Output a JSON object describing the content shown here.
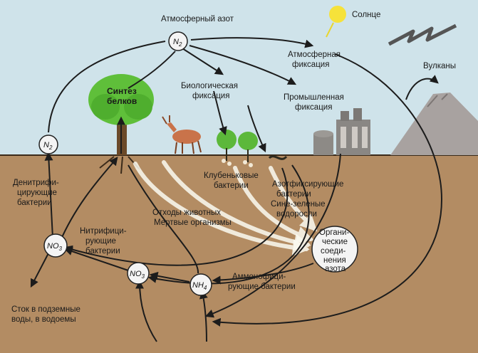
{
  "labels": {
    "atmospheric_nitrogen": "Атмосферный азот",
    "sun": "Солнце",
    "atmospheric_fixation_1": "Атмосферная",
    "atmospheric_fixation_2": "фиксация",
    "volcanoes": "Вулканы",
    "biological_fixation_1": "Биологическая",
    "biological_fixation_2": "фиксация",
    "industrial_fixation_1": "Промышленная",
    "industrial_fixation_2": "фиксация",
    "protein_synthesis_1": "Синтез",
    "protein_synthesis_2": "белков",
    "denitrifying_1": "Денитрифи-",
    "denitrifying_2": "цирующие",
    "denitrifying_3": "бактерии",
    "nodule_bacteria_1": "Клубеньковые",
    "nodule_bacteria_2": "бактерии",
    "nitrogen_fixing_1": "Азотфиксирующие",
    "nitrogen_fixing_2": "бактерии",
    "nitrogen_fixing_3": "Сине-зеленые",
    "nitrogen_fixing_4": "водоросли",
    "animal_waste_1": "Отходы животных",
    "animal_waste_2": "Мертвые организмы",
    "organic_1": "Органи-",
    "organic_2": "ческие",
    "organic_3": "соеди-",
    "organic_4": "нения",
    "organic_5": "азота",
    "nitrifying_1": "Нитрифици-",
    "nitrifying_2": "рующие",
    "nitrifying_3": "бактерии",
    "ammonifying_1": "Аммонофици-",
    "ammonifying_2": "рующие бактерии",
    "runoff_1": "Сток в подземные",
    "runoff_2": "воды, в водоемы"
  },
  "nodes": {
    "n2_top": "N",
    "n2_top_sub": "2",
    "n2_left": "N",
    "n2_left_sub": "2",
    "no3_left": "NO",
    "no3_left_sub": "3",
    "no3_mid": "NO",
    "no3_mid_sub": "3",
    "nh4": "NH",
    "nh4_sub": "4"
  },
  "colors": {
    "sky": "#cfe3ea",
    "soil": "#b38c63",
    "soil_dark": "#a07a52",
    "ground_line": "#3a2a1a",
    "tree_green": "#5fbf3a",
    "sun": "#f6e23a",
    "mountain": "#a8a2a0"
  }
}
